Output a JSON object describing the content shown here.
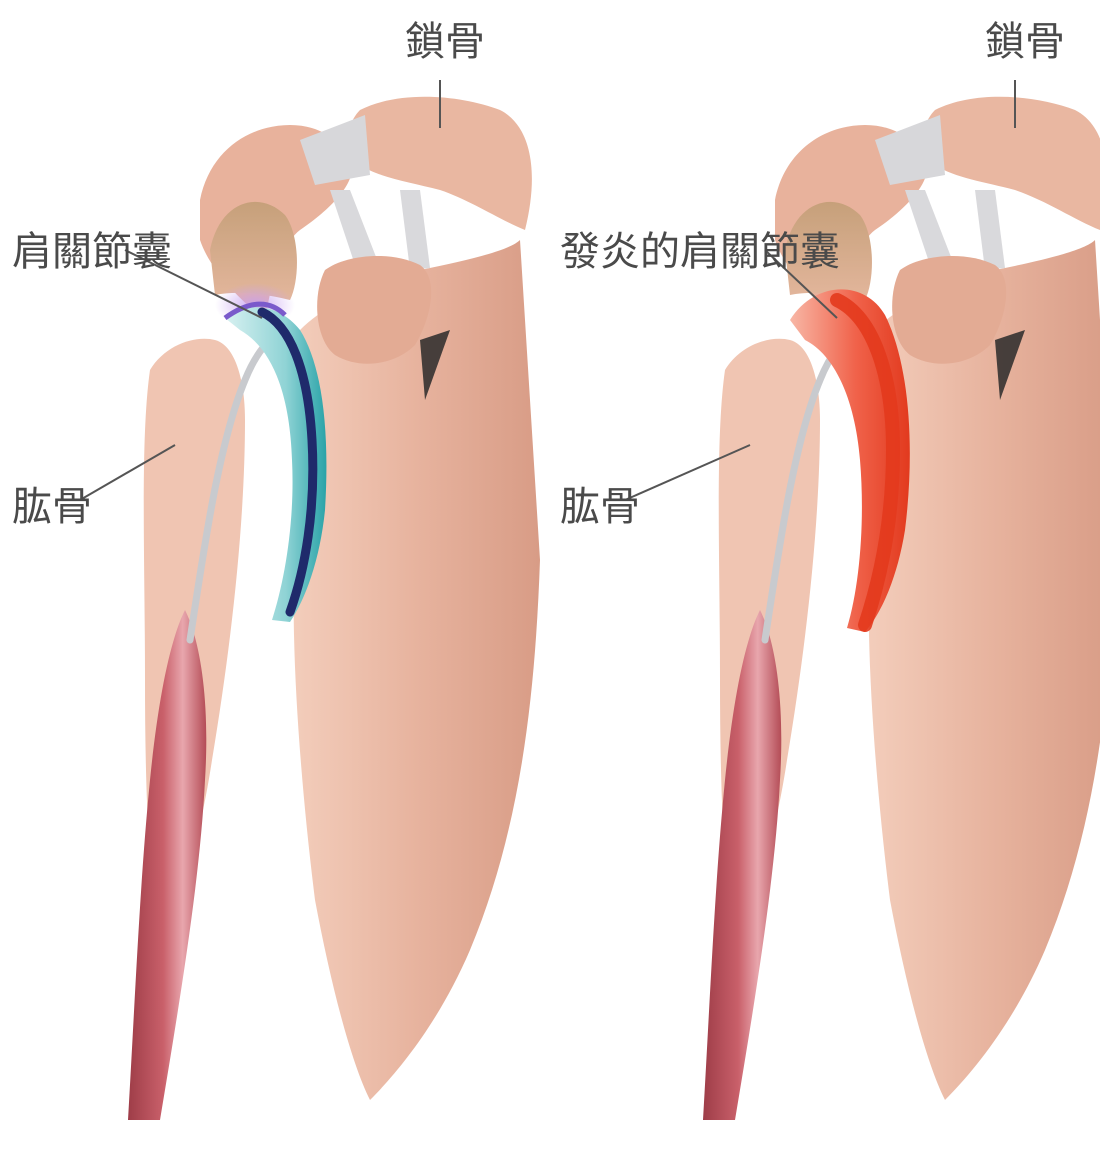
{
  "panels": [
    {
      "id": "normal",
      "labels": {
        "clavicle": "鎖骨",
        "capsule": "肩關節囊",
        "humerus": "肱骨"
      },
      "capsule_colors": {
        "outer": "#8ed3d6",
        "inner": "#1f2a6b",
        "glow": "#b48ae0"
      }
    },
    {
      "id": "inflamed",
      "labels": {
        "clavicle": "鎖骨",
        "capsule": "發炎的肩關節囊",
        "humerus": "肱骨"
      },
      "capsule_colors": {
        "outer": "#f36a4a",
        "inner": "#e8341c",
        "glow": "#ff9c82"
      }
    }
  ],
  "colors": {
    "bone": "#e9b8a3",
    "bone_light": "#f6d8c8",
    "bone_dark": "#c98f78",
    "ligament": "#d9d9dc",
    "muscle": "#b9505a",
    "muscle_light": "#e39aa2",
    "leader_line": "#555555"
  }
}
